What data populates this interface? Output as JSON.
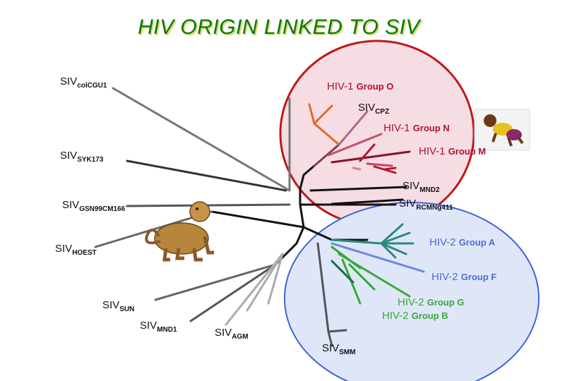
{
  "title": "HIV ORIGIN LINKED TO SIV",
  "labels": {
    "siv_col": {
      "main": "SIV",
      "sub": "colCGU1"
    },
    "siv_cpz": {
      "main": "SIV",
      "sub": "CPZ"
    },
    "siv_syk": {
      "main": "SIV",
      "sub": "SYK173"
    },
    "siv_mnd2": {
      "main": "SIV",
      "sub": "MND2"
    },
    "siv_rcm": {
      "main": "SIV",
      "sub": "RCMNg411"
    },
    "siv_gsn": {
      "main": "SIV",
      "sub": "GSN99CM166"
    },
    "siv_hoest": {
      "main": "SIV",
      "sub": "HOEST"
    },
    "siv_sun": {
      "main": "SIV",
      "sub": "SUN"
    },
    "siv_mnd1": {
      "main": "SIV",
      "sub": "MND1"
    },
    "siv_agm": {
      "main": "SIV",
      "sub": "AGM"
    },
    "siv_smm": {
      "main": "SIV",
      "sub": "SMM"
    }
  },
  "groups": {
    "hiv1_o": {
      "prefix": "HIV-1",
      "suffix": "Group O"
    },
    "hiv1_n": {
      "prefix": "HIV-1",
      "suffix": "Group N"
    },
    "hiv1_m": {
      "prefix": "HIV-1",
      "suffix": "Group M"
    },
    "hiv2_a": {
      "prefix": "HIV-2",
      "suffix": "Group A"
    },
    "hiv2_f": {
      "prefix": "HIV-2",
      "suffix": "Group F"
    },
    "hiv2_g": {
      "prefix": "HIV-2",
      "suffix": "Group G"
    },
    "hiv2_b": {
      "prefix": "HIV-2",
      "suffix": "Group B"
    }
  },
  "colors": {
    "title": "#0a7a0a",
    "hiv1_circle": "#c01818",
    "hiv1_fill": "#f6dde3",
    "hiv2_circle": "#3f63d6",
    "hiv2_fill": "#dfe6f8",
    "hiv1_text": "#b01030",
    "hiv2_text": "#4a6fd0",
    "hiv2_g_text": "#3aa83a"
  },
  "icons": [
    "human-child-icon",
    "monkey-icon"
  ]
}
